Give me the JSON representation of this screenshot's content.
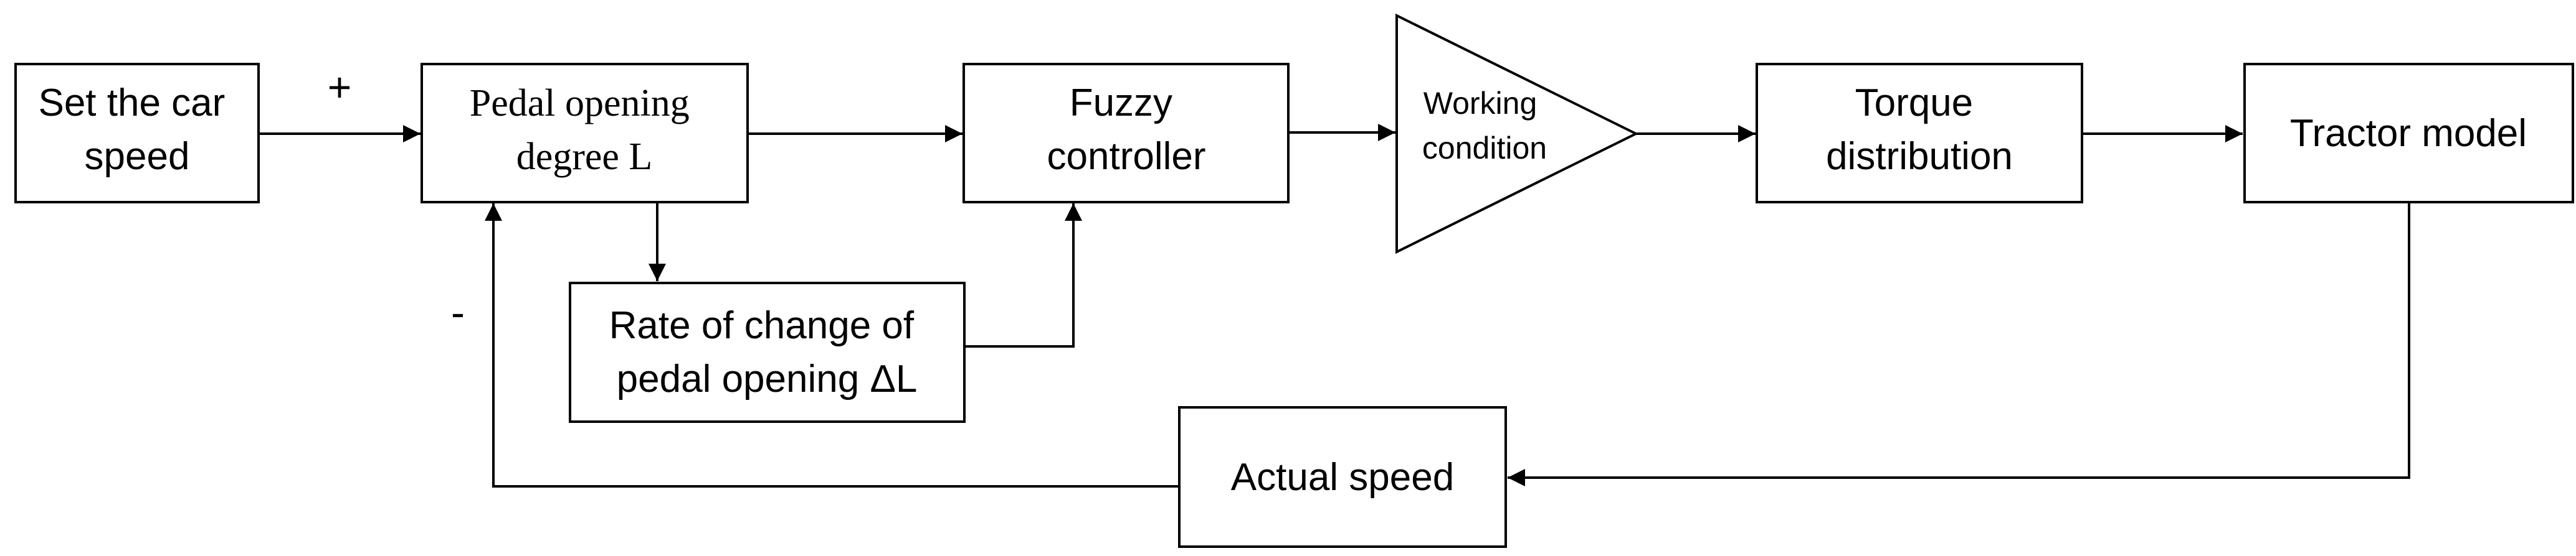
{
  "blocks": {
    "set_speed": {
      "lines": [
        "Set the car",
        "speed"
      ]
    },
    "pedal_opening": {
      "lines": [
        "Pedal opening",
        "degree L"
      ]
    },
    "rate_of_change": {
      "lines": [
        "Rate of change of",
        "pedal opening ΔL"
      ]
    },
    "fuzzy_controller": {
      "lines": [
        "Fuzzy",
        "controller"
      ]
    },
    "working_condition": {
      "lines": [
        "Working",
        "condition"
      ]
    },
    "torque_distribution": {
      "lines": [
        "Torque",
        "distribution"
      ]
    },
    "tractor_model": {
      "lines": [
        "Tractor model"
      ]
    },
    "actual_speed": {
      "lines": [
        "Actual speed"
      ]
    }
  },
  "signs": {
    "plus": "+",
    "minus": "-"
  },
  "colors": {
    "stroke": "#000000",
    "background": "#ffffff"
  }
}
